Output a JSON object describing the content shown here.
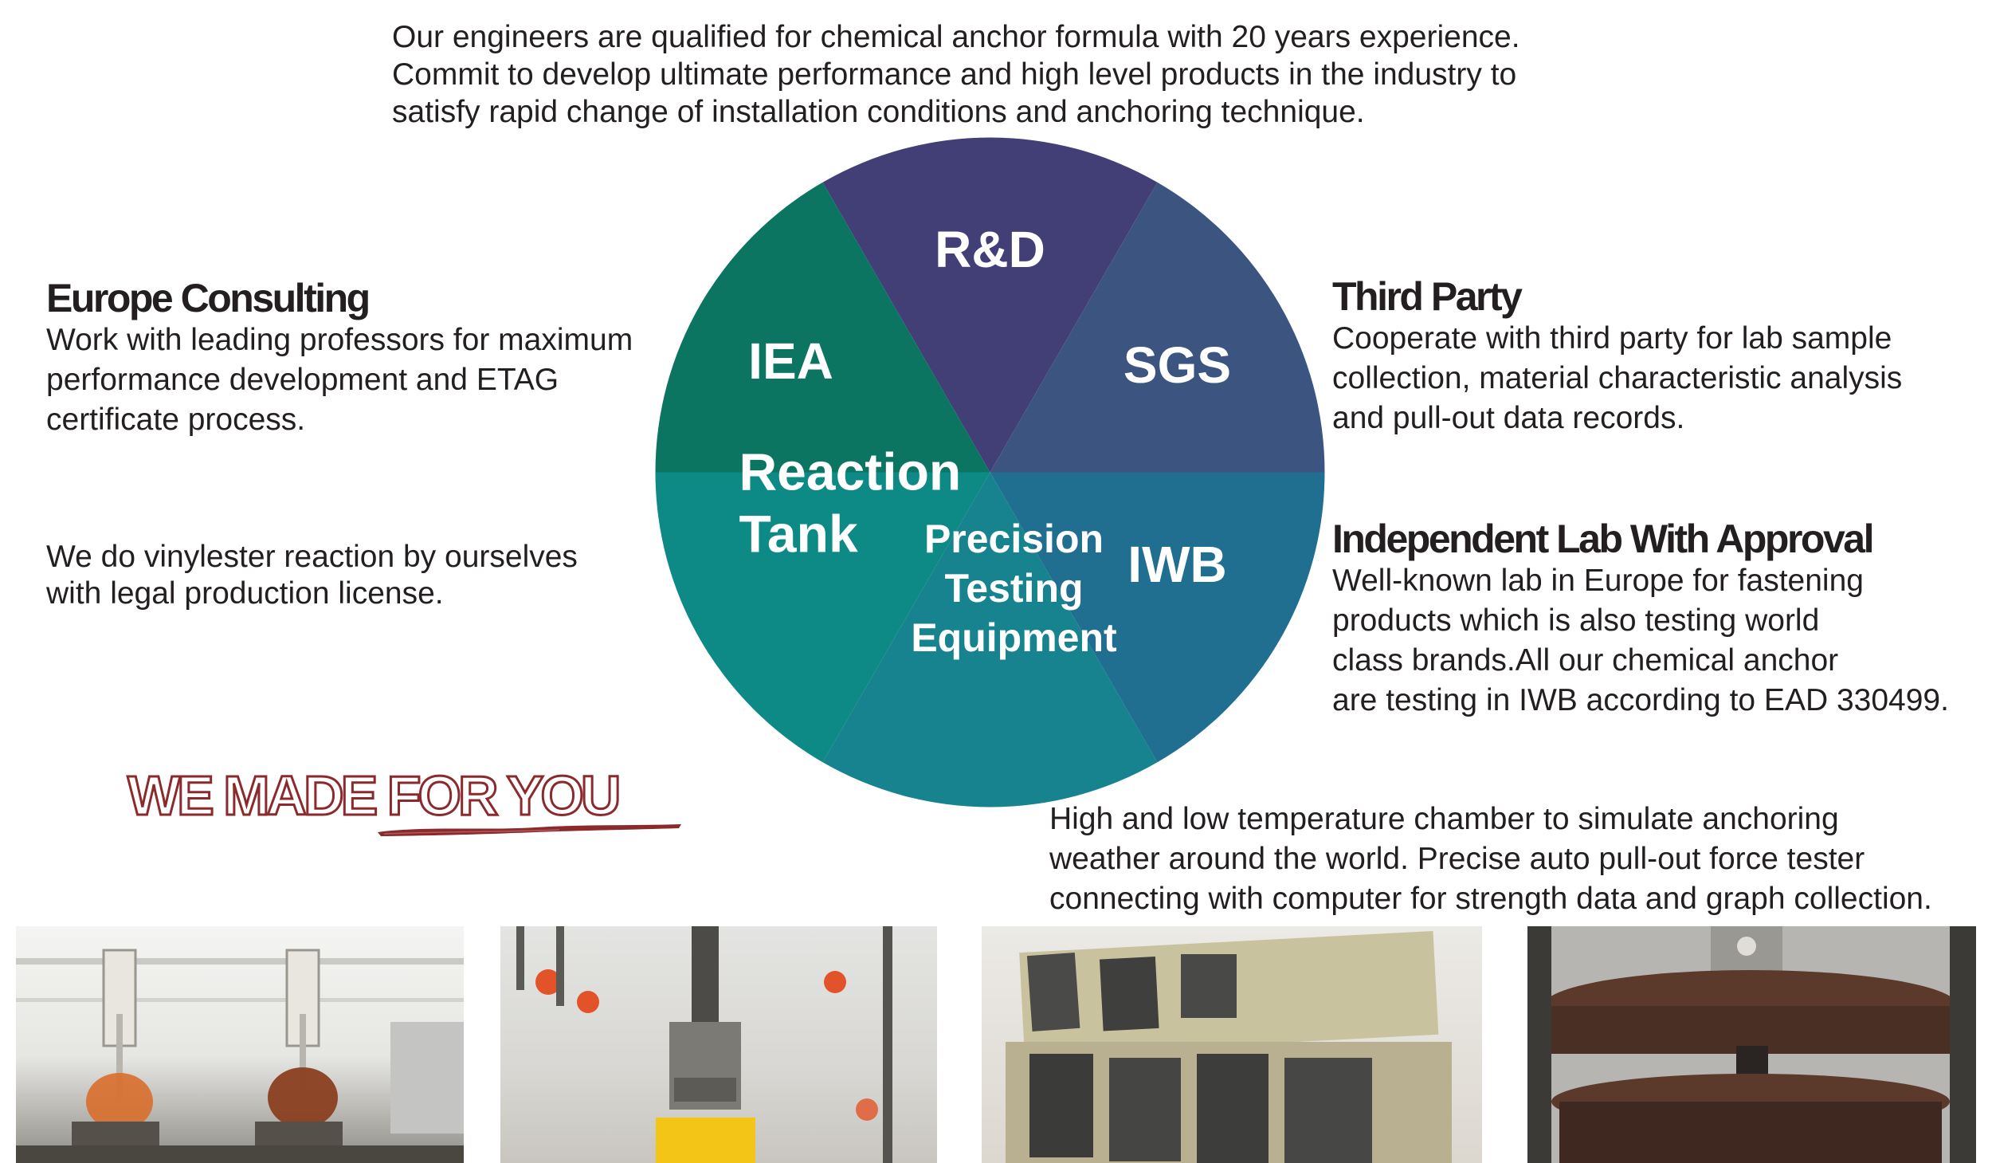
{
  "intro": [
    "Our engineers are qualified for chemical anchor formula with 20 years experience.",
    "Commit to develop ultimate performance and high level products in the industry to",
    "satisfy rapid change of installation conditions and anchoring technique."
  ],
  "europe_consulting": {
    "title": "Europe Consulting",
    "lines": [
      "Work with leading professors for maximum",
      "performance development and ETAG",
      "certificate process."
    ]
  },
  "reaction": {
    "lines": [
      "We do vinylester reaction by ourselves",
      "with legal production license."
    ]
  },
  "third_party": {
    "title": "Third Party",
    "lines": [
      "Cooperate with third party for lab sample",
      "collection, material characteristic analysis",
      "and pull-out data records."
    ]
  },
  "independent_lab": {
    "title": "Independent Lab With Approval",
    "lines": [
      "Well-known lab in Europe for fastening",
      "products which is also testing world",
      "class brands.All our chemical anchor",
      "are testing in IWB according to EAD 330499."
    ]
  },
  "equipment": {
    "lines": [
      "High and low temperature chamber to simulate anchoring",
      "weather around the world. Precise auto pull-out force tester",
      "connecting with computer for strength data and graph collection."
    ]
  },
  "wheel": {
    "segments": [
      {
        "label": [
          "R&D"
        ],
        "color": "#423f77"
      },
      {
        "label": [
          "SGS"
        ],
        "color": "#3c5580"
      },
      {
        "label": [
          "IWB"
        ],
        "color": "#206e90"
      },
      {
        "label": [
          "Precision",
          "Testing",
          "Equipment"
        ],
        "color": "#17838f"
      },
      {
        "label": [
          "Reaction",
          "Tank"
        ],
        "color": "#0d8a86"
      },
      {
        "label": [
          "IEA"
        ],
        "color": "#0b7561"
      }
    ]
  },
  "slogan": "WE MADE FOR YOU",
  "slogan_color": "#8b2a2c",
  "photos": [
    {
      "name": "reaction-tank-photo"
    },
    {
      "name": "rebar-pull-test-photo"
    },
    {
      "name": "anchor-sample-photo"
    },
    {
      "name": "precision-tester-photo"
    }
  ]
}
